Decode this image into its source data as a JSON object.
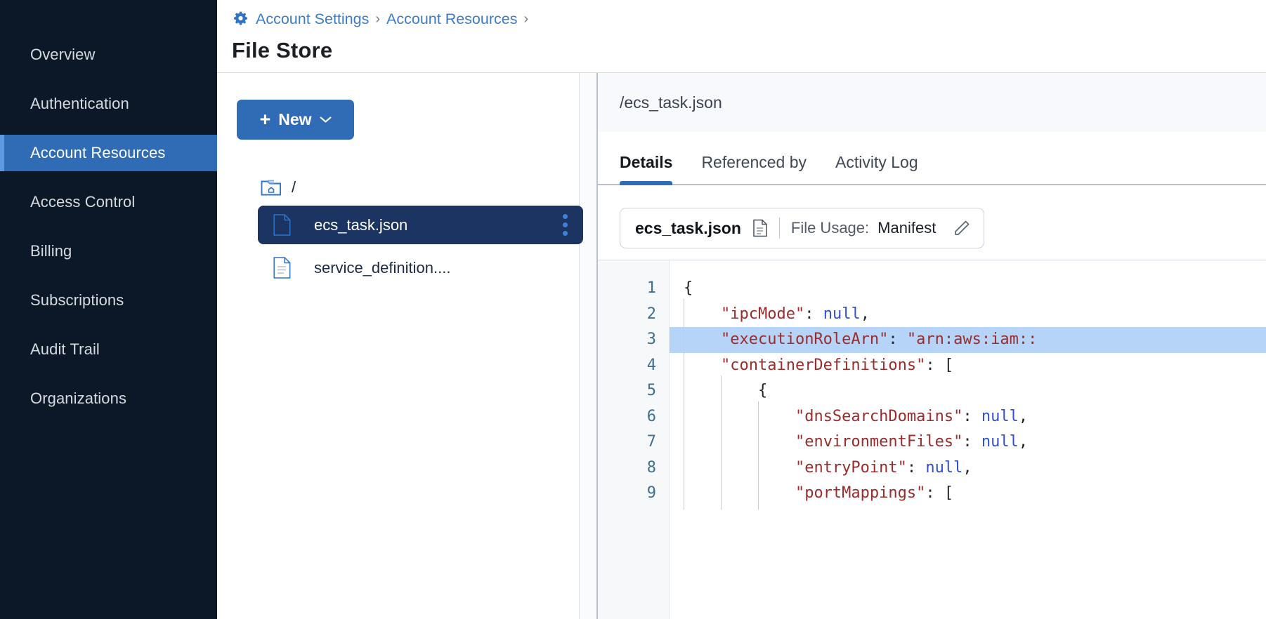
{
  "sidebar": {
    "items": [
      {
        "label": "Overview",
        "active": false
      },
      {
        "label": "Authentication",
        "active": false
      },
      {
        "label": "Account Resources",
        "active": true
      },
      {
        "label": "Access Control",
        "active": false
      },
      {
        "label": "Billing",
        "active": false
      },
      {
        "label": "Subscriptions",
        "active": false
      },
      {
        "label": "Audit Trail",
        "active": false
      },
      {
        "label": "Organizations",
        "active": false
      }
    ]
  },
  "header": {
    "gear_icon": "gear-icon",
    "breadcrumb": [
      "Account Settings",
      "Account Resources"
    ],
    "separator": "›",
    "title": "File Store"
  },
  "browser": {
    "new_button": {
      "plus": "+",
      "label": "New",
      "chevron": "chevron-down-icon"
    },
    "root": {
      "icon": "folder-home-icon",
      "label": "/"
    },
    "files": [
      {
        "name": "ecs_task.json",
        "icon": "file-icon",
        "selected": true,
        "menu": "kebab-menu-icon"
      },
      {
        "name": "service_definition....",
        "icon": "file-icon",
        "selected": false
      }
    ]
  },
  "detail": {
    "path": "/ecs_task.json",
    "tabs": [
      {
        "label": "Details",
        "active": true
      },
      {
        "label": "Referenced by",
        "active": false
      },
      {
        "label": "Activity Log",
        "active": false
      }
    ],
    "usage_chip": {
      "file_name": "ecs_task.json",
      "doc_icon": "document-icon",
      "label": "File Usage:",
      "value": "Manifest",
      "edit_icon": "pencil-icon"
    }
  },
  "editor": {
    "line_numbers": [
      "1",
      "2",
      "3",
      "4",
      "5",
      "6",
      "7",
      "8",
      "9"
    ],
    "highlighted_line": 3,
    "lines": [
      {
        "n": 1,
        "indent": 0,
        "tokens": [
          {
            "t": "punc",
            "v": "{"
          }
        ]
      },
      {
        "n": 2,
        "indent": 1,
        "tokens": [
          {
            "t": "key",
            "v": "\"ipcMode\""
          },
          {
            "t": "punc",
            "v": ": "
          },
          {
            "t": "null",
            "v": "null"
          },
          {
            "t": "punc",
            "v": ","
          }
        ]
      },
      {
        "n": 3,
        "indent": 1,
        "tokens": [
          {
            "t": "key",
            "v": "\"executionRoleArn\""
          },
          {
            "t": "punc",
            "v": ": "
          },
          {
            "t": "str",
            "v": "\"arn:aws:iam::"
          }
        ]
      },
      {
        "n": 4,
        "indent": 1,
        "tokens": [
          {
            "t": "key",
            "v": "\"containerDefinitions\""
          },
          {
            "t": "punc",
            "v": ": ["
          }
        ]
      },
      {
        "n": 5,
        "indent": 2,
        "tokens": [
          {
            "t": "punc",
            "v": "{"
          }
        ]
      },
      {
        "n": 6,
        "indent": 3,
        "tokens": [
          {
            "t": "key",
            "v": "\"dnsSearchDomains\""
          },
          {
            "t": "punc",
            "v": ": "
          },
          {
            "t": "null",
            "v": "null"
          },
          {
            "t": "punc",
            "v": ","
          }
        ]
      },
      {
        "n": 7,
        "indent": 3,
        "tokens": [
          {
            "t": "key",
            "v": "\"environmentFiles\""
          },
          {
            "t": "punc",
            "v": ": "
          },
          {
            "t": "null",
            "v": "null"
          },
          {
            "t": "punc",
            "v": ","
          }
        ]
      },
      {
        "n": 8,
        "indent": 3,
        "tokens": [
          {
            "t": "key",
            "v": "\"entryPoint\""
          },
          {
            "t": "punc",
            "v": ": "
          },
          {
            "t": "null",
            "v": "null"
          },
          {
            "t": "punc",
            "v": ","
          }
        ]
      },
      {
        "n": 9,
        "indent": 3,
        "tokens": [
          {
            "t": "key",
            "v": "\"portMappings\""
          },
          {
            "t": "punc",
            "v": ": ["
          }
        ]
      }
    ]
  },
  "colors": {
    "sidebar_bg": "#0c1727",
    "accent": "#2f6cb5",
    "selected_file_bg": "#1c3461",
    "link": "#3d7cc9",
    "code_key": "#9c2b2b",
    "code_null": "#2f4fd0",
    "line_highlight": "#b6d4f7"
  }
}
